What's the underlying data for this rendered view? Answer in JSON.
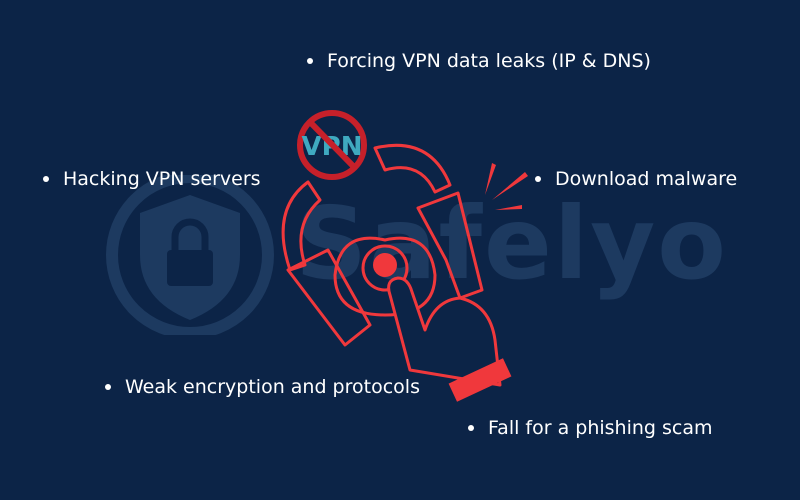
{
  "watermark": {
    "text": "Safelyo"
  },
  "badge": {
    "text": "VPN"
  },
  "bullets": [
    "Forcing VPN data leaks (IP & DNS)",
    "Hacking VPN servers",
    "Download malware",
    "Weak encryption and protocols",
    "Fall for a phishing scam"
  ],
  "colors": {
    "background": "#0c2447",
    "accent": "#f0383c",
    "vpn_text": "#3fa9c0",
    "watermark": "#1d3a60"
  }
}
